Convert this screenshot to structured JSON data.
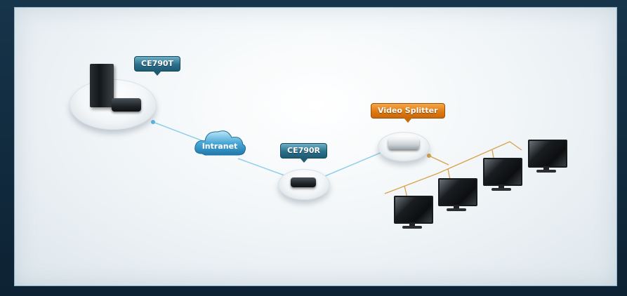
{
  "diagram": {
    "nodes": {
      "transmitter": {
        "label": "CE790T",
        "icon": "computer-tower-icon"
      },
      "network": {
        "label": "Intranet",
        "icon": "cloud-icon"
      },
      "receiver": {
        "label": "CE790R",
        "icon": "receiver-box-icon"
      },
      "splitter": {
        "label": "Video Splitter",
        "icon": "splitter-box-icon"
      },
      "displays": {
        "count": 4,
        "icon": "monitor-icon"
      }
    },
    "connections": [
      {
        "from": "transmitter",
        "to": "network"
      },
      {
        "from": "network",
        "to": "receiver"
      },
      {
        "from": "receiver",
        "to": "splitter"
      },
      {
        "from": "splitter",
        "to": "displays"
      }
    ],
    "colors": {
      "network_link": "#8fd0ea",
      "video_link": "#d9a24a",
      "tag_teal": "#2b6f8a",
      "tag_orange": "#e07a10"
    }
  }
}
